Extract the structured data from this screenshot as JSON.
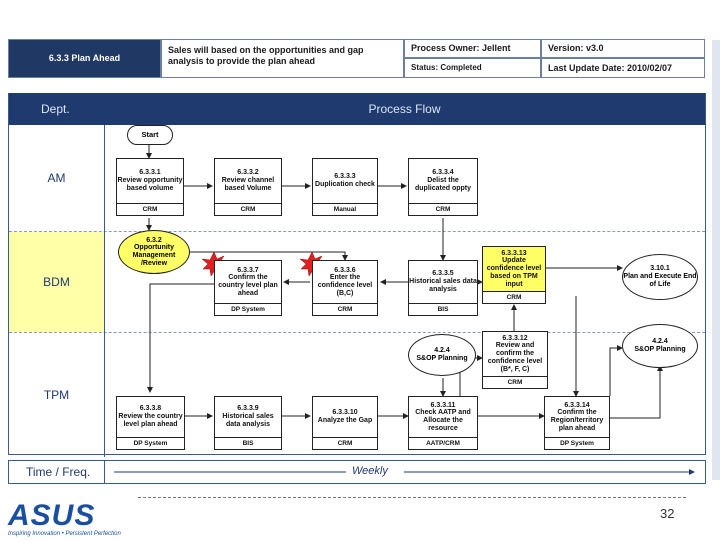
{
  "header": {
    "title": "6.3.3 Plan Ahead",
    "description": "Sales will based on the opportunities and gap analysis to provide the plan ahead",
    "owner": "Process Owner: Jellent",
    "status": "Status: Completed",
    "version": "Version:  v3.0",
    "last_update": "Last Update Date: 2010/02/07"
  },
  "columns": {
    "dept": "Dept.",
    "flow": "Process Flow"
  },
  "lanes": [
    {
      "label": "AM"
    },
    {
      "label": "BDM"
    },
    {
      "label": "TPM"
    }
  ],
  "nodes": {
    "start": "Start",
    "n631": {
      "id": "6.3.3.1",
      "text": "Review opportunity based volume",
      "sys": "CRM"
    },
    "n632": {
      "id": "6.3.3.2",
      "text": "Review channel based Volume",
      "sys": "CRM"
    },
    "n633": {
      "id": "6.3.3.3",
      "text": "Duplication check",
      "sys": "Manual"
    },
    "n634": {
      "id": "6.3.3.4",
      "text": "Delist the duplicated oppty",
      "sys": "CRM"
    },
    "e632": {
      "id": "6.3.2",
      "text": "Opportunity Management /Review"
    },
    "n637": {
      "id": "6.3.3.7",
      "text": "Confirm the country level plan ahead",
      "sys": "DP System"
    },
    "n636": {
      "id": "6.3.3.6",
      "text": "Enter the confidence level (B,C)",
      "sys": "CRM"
    },
    "n635": {
      "id": "6.3.3.5",
      "text": "Historical sales data analysis",
      "sys": "BIS"
    },
    "n6313": {
      "id": "6.3.3.13",
      "text": "Update confidence level based on TPM input",
      "sys": "CRM"
    },
    "e3101": {
      "id": "3.10.1",
      "text": "Plan and Execute End of Life"
    },
    "e424a": {
      "id": "4.2.4",
      "text": "S&OP Planning"
    },
    "e424b": {
      "id": "4.2.4",
      "text": "S&OP Planning"
    },
    "n6312": {
      "id": "6.3.3.12",
      "text": "Review and confirm the confidence level (B*, F, C)",
      "sys": "CRM"
    },
    "n638": {
      "id": "6.3.3.8",
      "text": "Review the country level plan ahead",
      "sys": "DP System"
    },
    "n639": {
      "id": "6.3.3.9",
      "text": "Historical sales data analysis",
      "sys": "BIS"
    },
    "n6310": {
      "id": "6.3.3.10",
      "text": "Analyze the Gap",
      "sys": "CRM"
    },
    "n6311": {
      "id": "6.3.3.11",
      "text": "Check AATP and Allocate the resource",
      "sys": "AATP/CRM"
    },
    "n6314": {
      "id": "6.3.3.14",
      "text": "Confirm the Region/territory plan ahead",
      "sys": "DP System"
    }
  },
  "footer": {
    "time_label": "Time / Freq.",
    "freq": "Weekly"
  },
  "brand": {
    "logo": "ASUS",
    "tagline": "Inspiring Innovation • Persistent Perfection"
  },
  "page_number": "32"
}
